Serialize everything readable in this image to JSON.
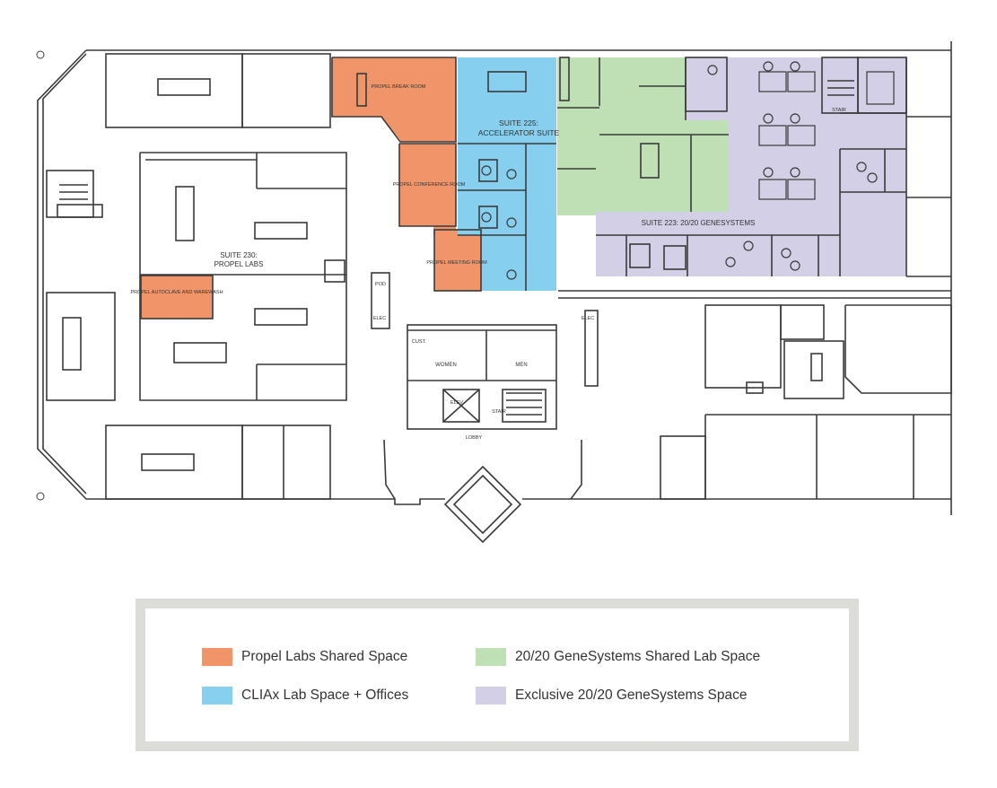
{
  "colors": {
    "propel": "#f0956a",
    "clia": "#86cfef",
    "green": "#bfe0b5",
    "purple": "#d2cfe6",
    "wall": "#3a3a3a",
    "legend_border": "#dcddd8"
  },
  "rooms": {
    "propel_break": "PROPEL BREAK ROOM",
    "propel_conference": "PROPEL CONFERENCE ROOM",
    "propel_meeting": "PROPEL MEETING ROOM",
    "propel_autoclave": "PROPEL AUTOCLAVE AND WAREWASH",
    "suite_225_line1": "SUITE 225:",
    "suite_225_line2": "ACCELERATOR SUITE",
    "suite_230_line1": "SUITE 230:",
    "suite_230_line2": "PROPEL LABS",
    "suite_223": "SUITE 223: 20/20 GENESYSTEMS",
    "women": "WOMEN",
    "men": "MEN",
    "elev": "ELEV",
    "stair": "STAIR",
    "stair_ne": "STAIR",
    "lobby": "LOBBY",
    "cust": "CUST.",
    "elec_left": "ELEC",
    "elec_right": "ELEC",
    "pod": "POD"
  },
  "legend": {
    "items": [
      {
        "key": "propel",
        "label": "Propel Labs Shared Space"
      },
      {
        "key": "green",
        "label": "20/20 GeneSystems Shared Lab Space"
      },
      {
        "key": "clia",
        "label": "CLIAx Lab Space + Offices"
      },
      {
        "key": "purple",
        "label": "Exclusive 20/20 GeneSystems Space"
      }
    ]
  }
}
